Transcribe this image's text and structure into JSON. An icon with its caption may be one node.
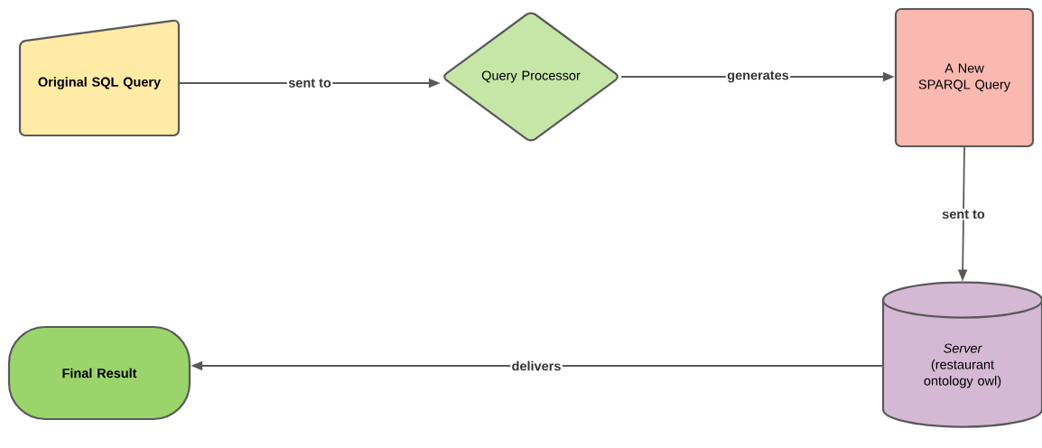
{
  "diagram": {
    "nodes": [
      {
        "text": [
          "Original SQL Query"
        ]
      },
      {
        "text": [
          "Query Processor"
        ]
      },
      {
        "text": [
          "A New SPARQL Query"
        ]
      },
      {
        "text": [
          "Server",
          "(restaurant ontology owl)"
        ]
      },
      {
        "text": [
          "Final Result"
        ]
      }
    ],
    "edges": [
      {
        "from": 0,
        "to": 1,
        "arrow": "to",
        "label": "sent to"
      },
      {
        "from": 1,
        "to": 2,
        "arrow": "to",
        "label": "generates"
      },
      {
        "from": 2,
        "to": 3,
        "arrow": "to",
        "label": "sent to"
      },
      {
        "from": 3,
        "to": 4,
        "arrow": "to",
        "label": "delivers"
      }
    ]
  }
}
